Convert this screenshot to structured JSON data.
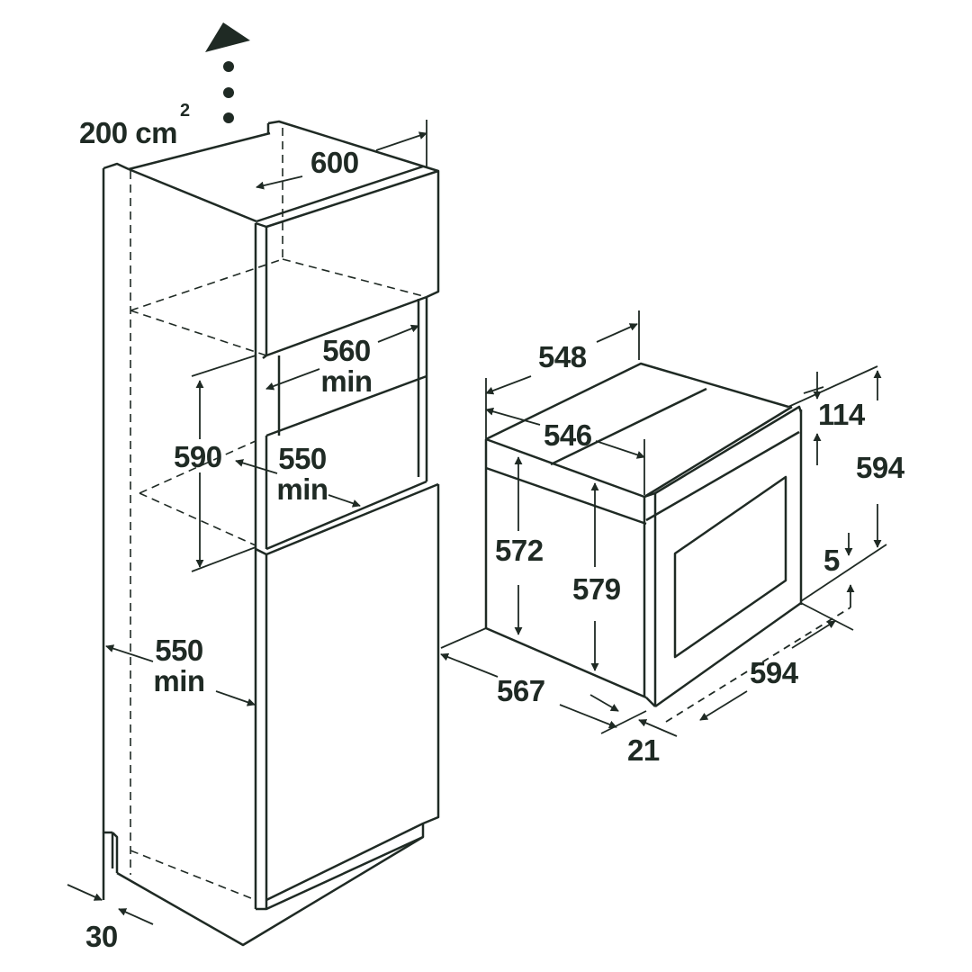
{
  "colors": {
    "ink": "#1f2a24",
    "background": "#ffffff"
  },
  "airflow": {
    "area": "200 cm",
    "exponent": "2"
  },
  "cabinet": {
    "width": "600",
    "niche_depth_top": "560",
    "niche_depth_top_suffix": "min",
    "niche_height": "590",
    "niche_depth_middle": "550",
    "niche_depth_middle_suffix": "min",
    "niche_depth_lower": "550",
    "niche_depth_lower_suffix": "min",
    "plinth_gap": "30"
  },
  "oven": {
    "body_width": "548",
    "inner_width": "546",
    "front_panel_height": "114",
    "total_height": "594",
    "body_height_left": "572",
    "body_height_center": "579",
    "bottom_offset": "5",
    "depth": "567",
    "front_width": "594",
    "front_thickness": "21"
  }
}
